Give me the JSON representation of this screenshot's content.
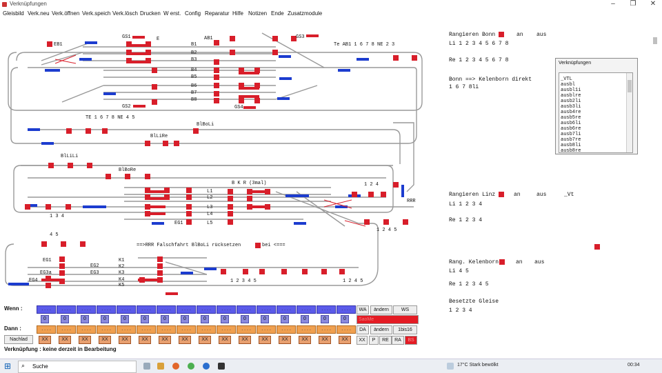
{
  "window": {
    "title": "Verknüpfungen",
    "minimize": "–",
    "maximize": "❐",
    "close": "✕"
  },
  "menu": [
    "Gleisbild",
    "Verk.neu",
    "Verk.öffnen",
    "Verk.speich",
    "Verk.lösch",
    "Drucken",
    "W erst.",
    "Config",
    "Reparatur",
    "Hilfe",
    "Notizen",
    "Ende",
    "Zusatzmodule"
  ],
  "track_labels": {
    "eb1": "EB1",
    "gs1": "GS1",
    "e": "E",
    "ab1": "AB1",
    "gs3": "GS3",
    "te_ab1": "Te AB1  1 6 7 8  NE 2 3",
    "b1": "B1",
    "b2": "B2",
    "b3": "B3",
    "b4": "B4",
    "b5": "B5",
    "b6": "B6",
    "b7": "B7",
    "b8": "B8",
    "gs2": "GS2",
    "gs4": "GS4",
    "te1678": "TE 1 6 7 8  NE 4 5",
    "blboli": "BlBoLi",
    "bllire": "BlLiRe",
    "bllili": "BlLiLi",
    "blbore": "BlBoRe",
    "bkr": "B K R (3mal)",
    "n124": "1 2 4",
    "l1": "L1",
    "l2": "L2",
    "l3": "L3",
    "l4": "L4",
    "l5": "L5",
    "eg1": "EG1",
    "rrr": "RRR",
    "n134": "1 3 4",
    "n1245a": "1 2 4 5",
    "n45": "4 5",
    "falsch": "==>RRR  Falschfahrt BlBoLi rücksetzen",
    "bei": "bei <===",
    "eg1b": "EG1",
    "eg2": "EG2",
    "eg3a": "EG3a",
    "eg3": "EG3",
    "eg4": "EG4",
    "k1": "K1",
    "k2": "K2",
    "k3": "K3",
    "k4": "K4",
    "k5": "K5",
    "n12345": "1 2 3 4 5",
    "n1245b": "1 2 4 5"
  },
  "right_panel": {
    "rang_bonn": "Rangieren Bonn",
    "an": "an",
    "aus": "aus",
    "li1": "Li 1 2 3 4 5 6 7 8",
    "re1": "Re 1 2 3 4 5 6 7 8",
    "bonn_kel": "Bonn ==> Kelenborn direkt",
    "nums1": "1 6 7 8li",
    "rang_linz": "Rangieren Linz",
    "vt": "_Vt",
    "li2": "Li 1 2 3 4",
    "re2": "Re 1 2 3 4",
    "rang_kel": "Rang. Kelenborn",
    "li3": "Li 4 5",
    "re3": "Re 1 2 3 4 5",
    "besetzte": "Besetzte Gleise",
    "nums2": "1 2 3 4"
  },
  "popup": {
    "title": "Verknüpfungen",
    "items": [
      "_VTL",
      "ausbl",
      "ausbl1i",
      "ausblre",
      "ausb2li",
      "ausb3li",
      "ausb4re",
      "ausb5re",
      "ausb6li",
      "ausb6re",
      "ausb7li",
      "ausb7re",
      "ausb8li",
      "ausb8re"
    ],
    "dash": "_"
  },
  "controls": {
    "wenn": "Wenn :",
    "dann": "Dann :",
    "nachlad": "Nachlad",
    "wa": "WA",
    "aendern": "ändern",
    "ws": "WS",
    "status": "SaoMe",
    "da": "DA",
    "aendern2": "ändern",
    "bis16": "1bis16",
    "dots": ". . . .",
    "zero": "0",
    "xx": "XX",
    "xx_btn": "XX",
    "p": "P",
    "re": "RE",
    "ra": "RA",
    "bs": "BS",
    "status_line": "Verknüpfung : keine derzeit in Bearbeitung"
  },
  "taskbar": {
    "search": "Suche",
    "weather": "17°C  Stark bewölkt",
    "time": "00:34"
  },
  "colors": {
    "signal_red": "#d81e2a",
    "track_blue": "#1c3ccf",
    "taskbar": "#ebeef3"
  }
}
